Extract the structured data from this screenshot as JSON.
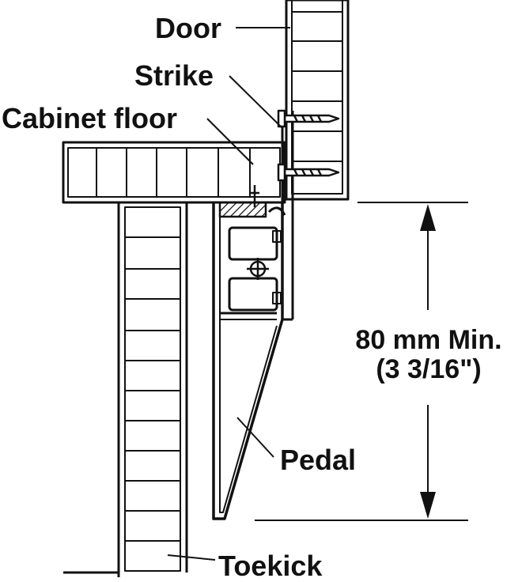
{
  "labels": {
    "door": "Door",
    "strike": "Strike",
    "cabinet_floor": "Cabinet floor",
    "pedal": "Pedal",
    "toekick": "Toekick",
    "dimension_metric": "80 mm Min.",
    "dimension_imperial": "(3 3/16\")"
  },
  "colors": {
    "stroke": "#111111",
    "background": "#ffffff"
  }
}
